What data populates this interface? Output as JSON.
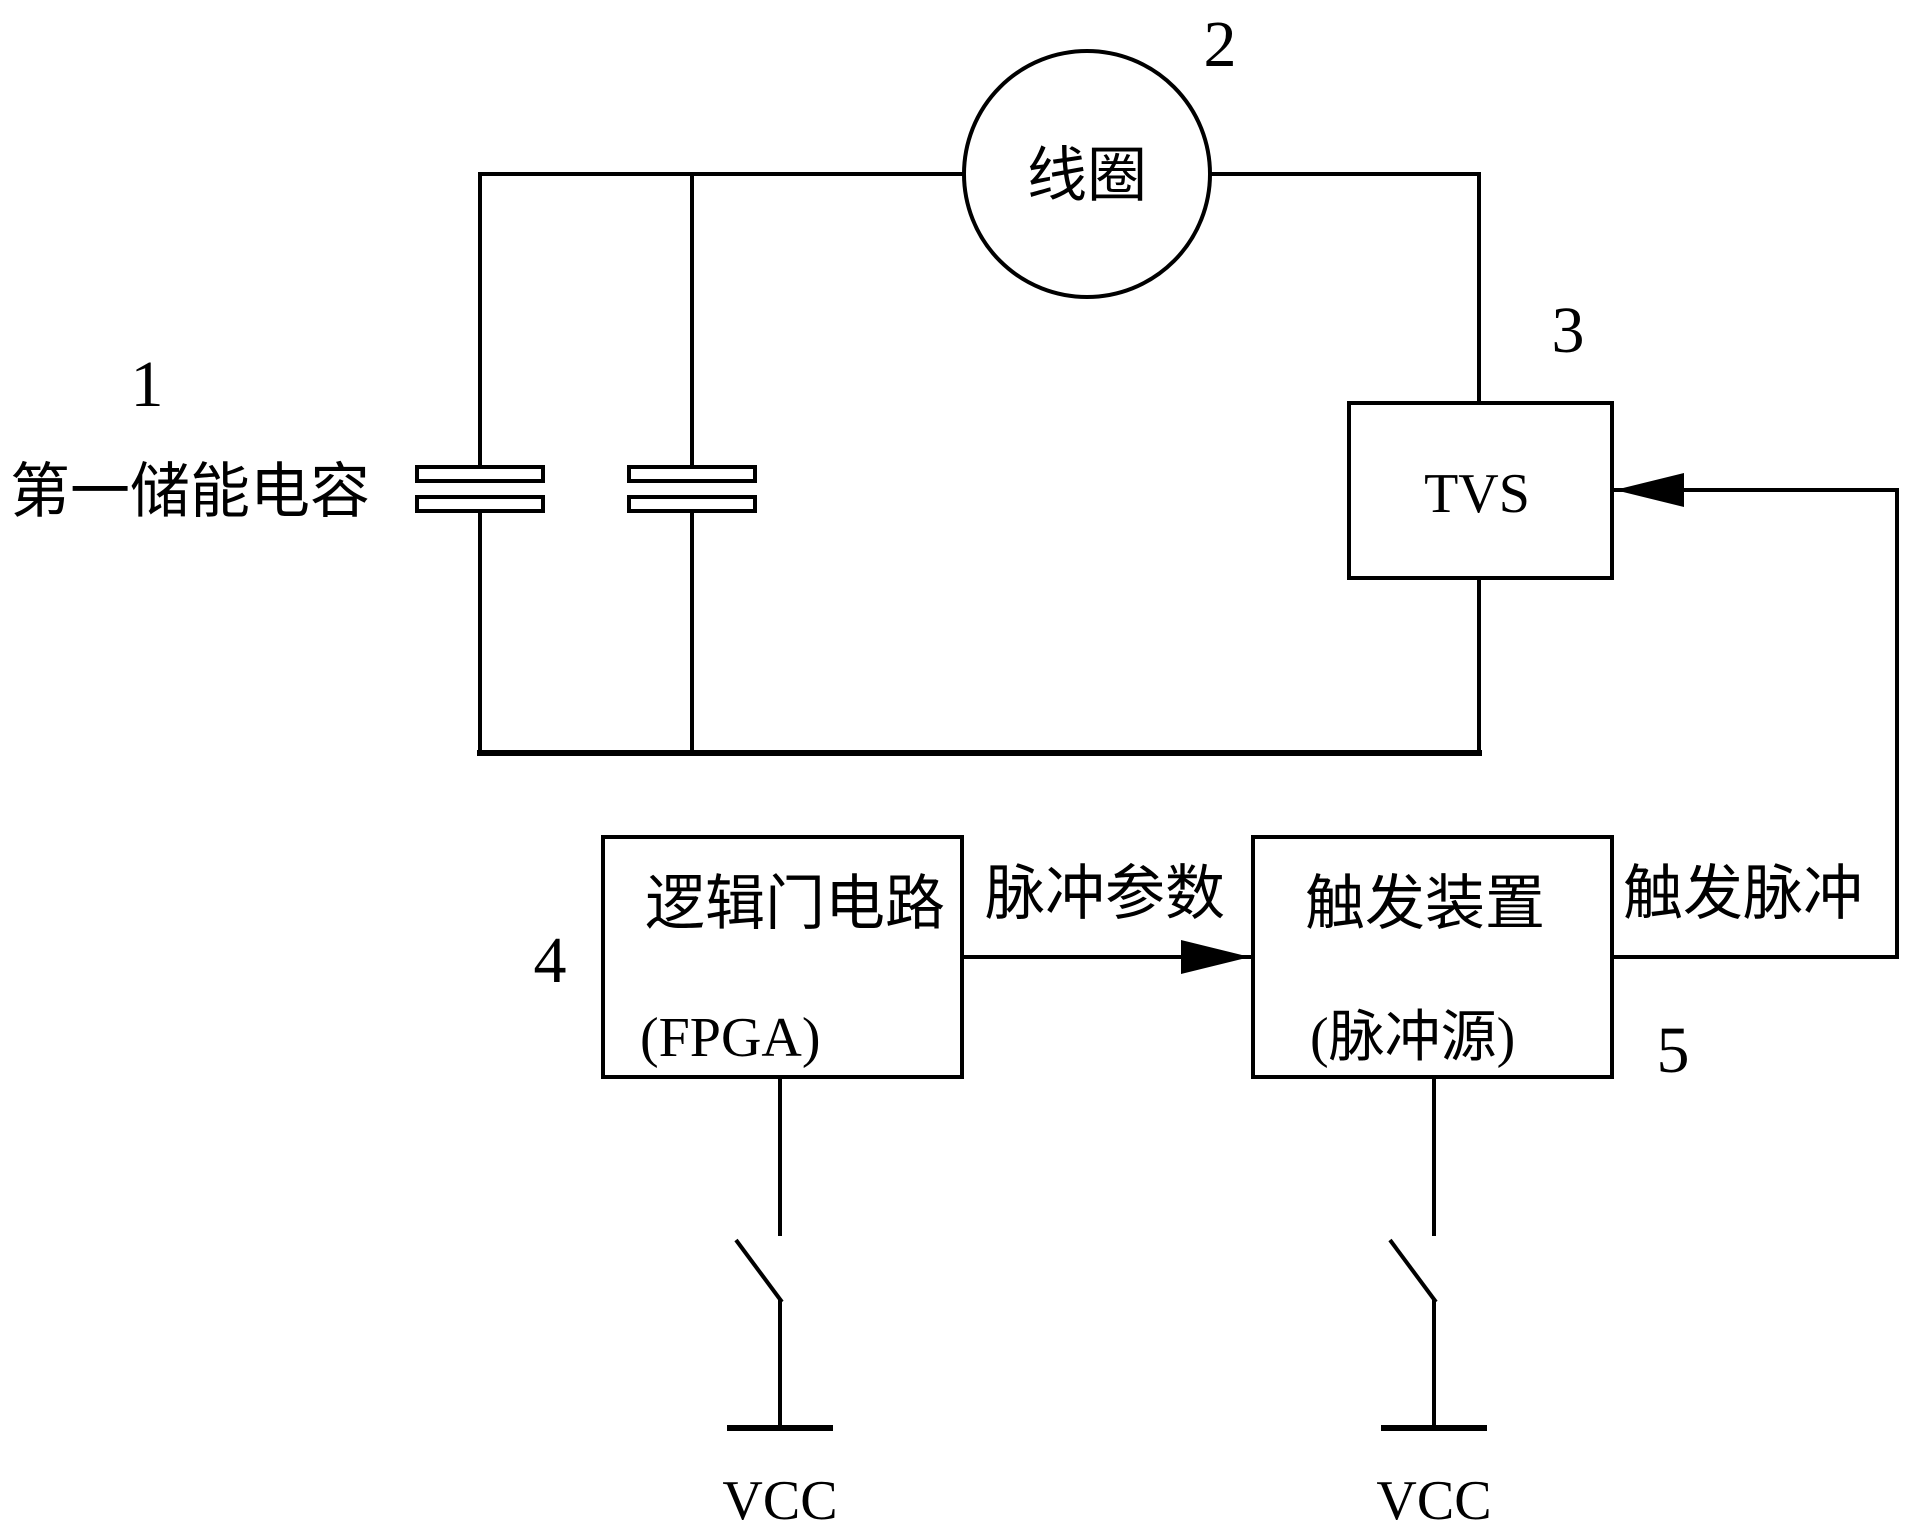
{
  "figure": {
    "colors": {
      "ink": "#000000",
      "paper": "#ffffff"
    },
    "ref_labels": {
      "n1": "1",
      "n2": "2",
      "n3": "3",
      "n4": "4",
      "n5": "5"
    },
    "capacitor": {
      "label": "第一储能电容"
    },
    "coil": {
      "label": "线圈"
    },
    "tvs": {
      "label": "TVS"
    },
    "logic_gate": {
      "line1": "逻辑门电路",
      "line2": "(FPGA)"
    },
    "trigger": {
      "line1": "触发装置",
      "line2": "(脉冲源)"
    },
    "signals": {
      "pulse_params": "脉冲参数",
      "trigger_pulse": "触发脉冲"
    },
    "power": {
      "vcc_left": "VCC",
      "vcc_right": "VCC"
    }
  }
}
